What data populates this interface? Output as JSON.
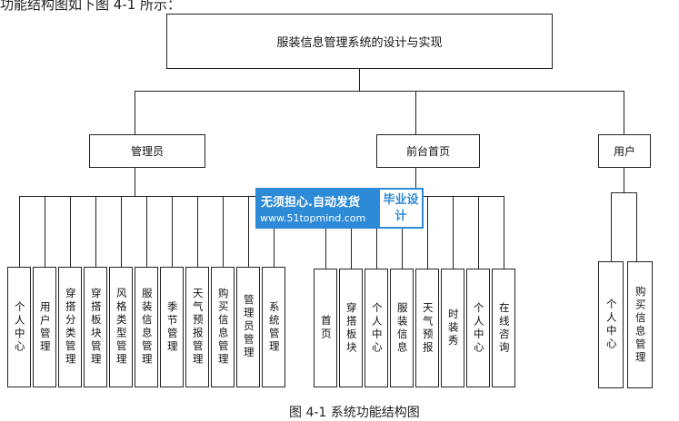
{
  "top_text": "功能结构图如下图 4-1 所示：",
  "root": "服装信息管理系统的设计与实现",
  "groups": {
    "admin": {
      "label": "管理员",
      "items": [
        "个人中心",
        "用户管理",
        "穿搭分类管理",
        "穿搭板块管理",
        "风格类型管理",
        "服装信息管理",
        "季节管理",
        "天气预报管理",
        "购买信息管理",
        "管理员管理",
        "系统管理"
      ]
    },
    "front": {
      "label": "前台首页",
      "items": [
        "首页",
        "穿搭板块",
        "个人中心",
        "服装信息",
        "天气预报",
        "时装秀",
        "个人中心",
        "在线咨询"
      ]
    },
    "user": {
      "label": "用户",
      "items": [
        "个人中心",
        "购买信息管理"
      ]
    }
  },
  "watermark": {
    "line1": "无须担心.自动发货",
    "line2": "www.51topmind.com",
    "badge": "毕业设计"
  },
  "caption": "图 4-1 系统功能结构图"
}
